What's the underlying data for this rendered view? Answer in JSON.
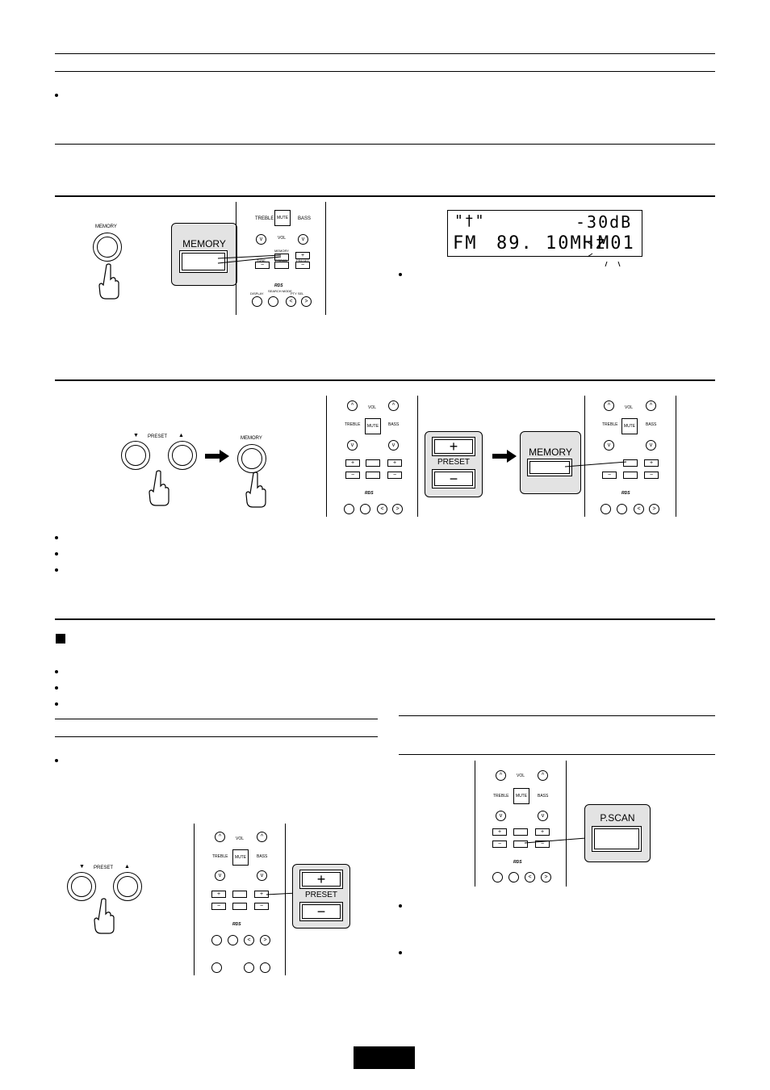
{
  "button_labels": {
    "memory": "MEMORY",
    "preset": "PRESET",
    "p_scan": "P.SCAN",
    "preset_down_arrow": "▼",
    "preset_up_arrow": "▲"
  },
  "remote": {
    "treble": "TREBLE",
    "bass": "BASS",
    "mute": "MUTE",
    "vol": "VOL",
    "memory": "MEMORY",
    "tune": "TUNE",
    "p_scan": "P.SCAN",
    "preset": "PRESET",
    "rds": "RDS",
    "display": "DISPLAY",
    "search_mode": "SEARCH MODE",
    "pty_sel": "PTY SEL",
    "plus": "+",
    "minus": "−",
    "up": "^",
    "down": "v",
    "left": "<",
    "right": ">"
  },
  "lcd": {
    "line1_left": "\"†\"",
    "line1_right": "-30dB",
    "line2_band": "FM",
    "line2_freq": "89. 10MHz",
    "line2_mem": "M01"
  },
  "callout_keys": {
    "plus": "+",
    "minus": "−"
  },
  "icons": {
    "hand": "pointing-hand-icon",
    "arrow": "right-arrow-icon",
    "section_marker": "black-square-icon"
  }
}
